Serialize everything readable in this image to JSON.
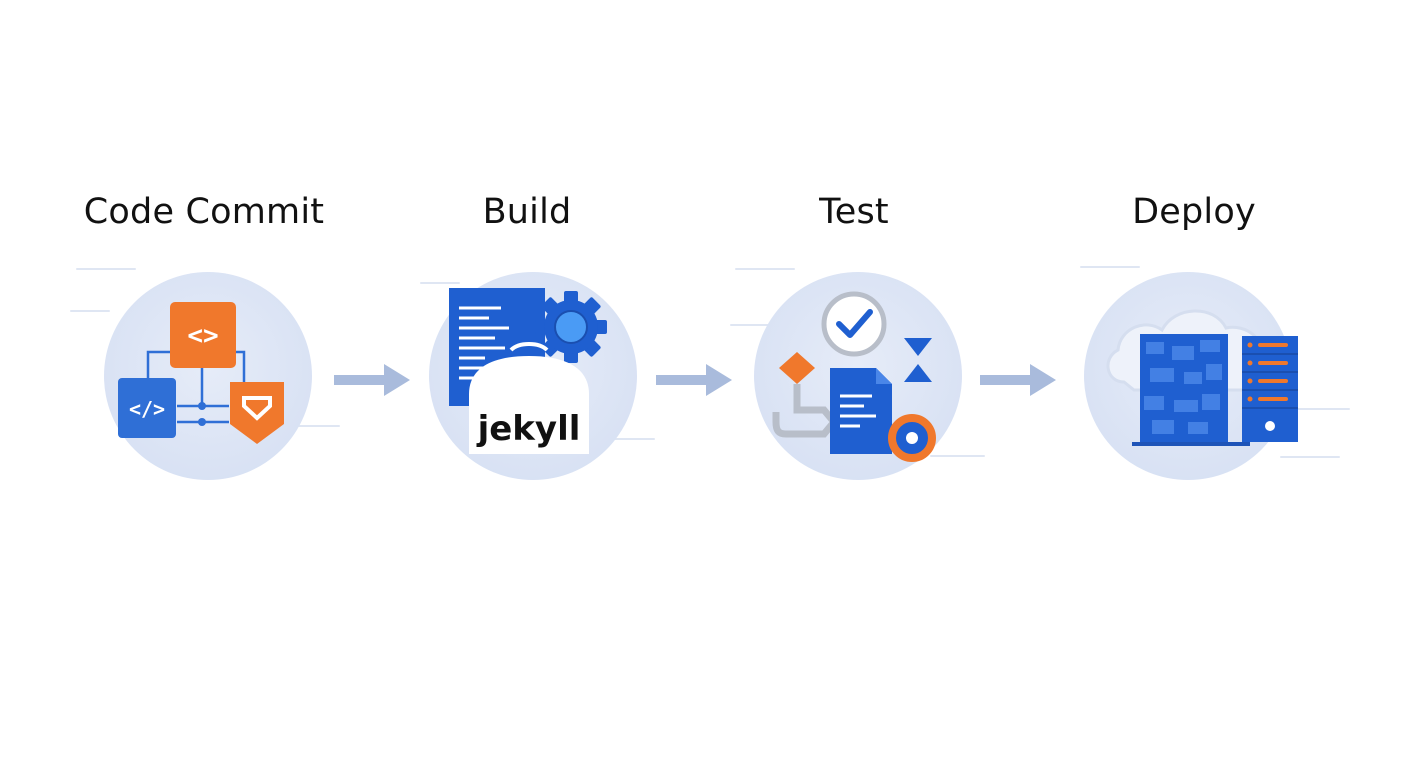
{
  "stages": [
    {
      "label": "Code Commit",
      "icon": "code-commit-icon"
    },
    {
      "label": "Build",
      "icon": "jekyll-build-icon",
      "badge": "jekyll"
    },
    {
      "label": "Test",
      "icon": "test-checklist-icon"
    },
    {
      "label": "Deploy",
      "icon": "server-cloud-icon"
    }
  ],
  "colors": {
    "blue": "#2f6fd6",
    "blue_dark": "#1e54b8",
    "orange": "#f0782c",
    "arrow": "#a9bbdc",
    "circle": "#dce4f5"
  }
}
